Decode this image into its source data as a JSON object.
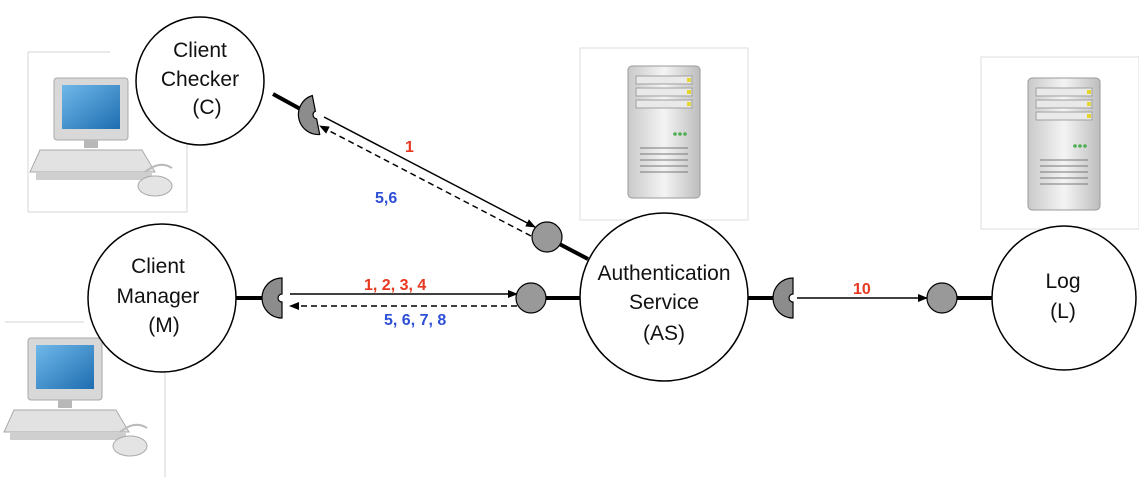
{
  "colors": {
    "request": "#e8381f",
    "response": "#2d4fd6",
    "socket": "#8c8c8c",
    "line": "#000000"
  },
  "nodes": {
    "client_checker": {
      "line1": "Client",
      "line2": "Checker",
      "line3": "(C)"
    },
    "client_manager": {
      "line1": "Client",
      "line2": "Manager",
      "line3": "(M)"
    },
    "auth_service": {
      "line1": "Authentication",
      "line2": "Service",
      "line3": "(AS)"
    },
    "log": {
      "line1": "Log",
      "line2": "(L)"
    }
  },
  "connections": {
    "checker_as": {
      "request": "1",
      "response": "5,6"
    },
    "manager_as": {
      "request": "1, 2, 3, 4",
      "response": "5, 6, 7, 8"
    },
    "as_log": {
      "request": "10"
    }
  },
  "icons": {
    "checker_computer": "computer-icon",
    "manager_computer": "computer-icon",
    "as_server": "server-icon",
    "log_server": "server-icon"
  }
}
